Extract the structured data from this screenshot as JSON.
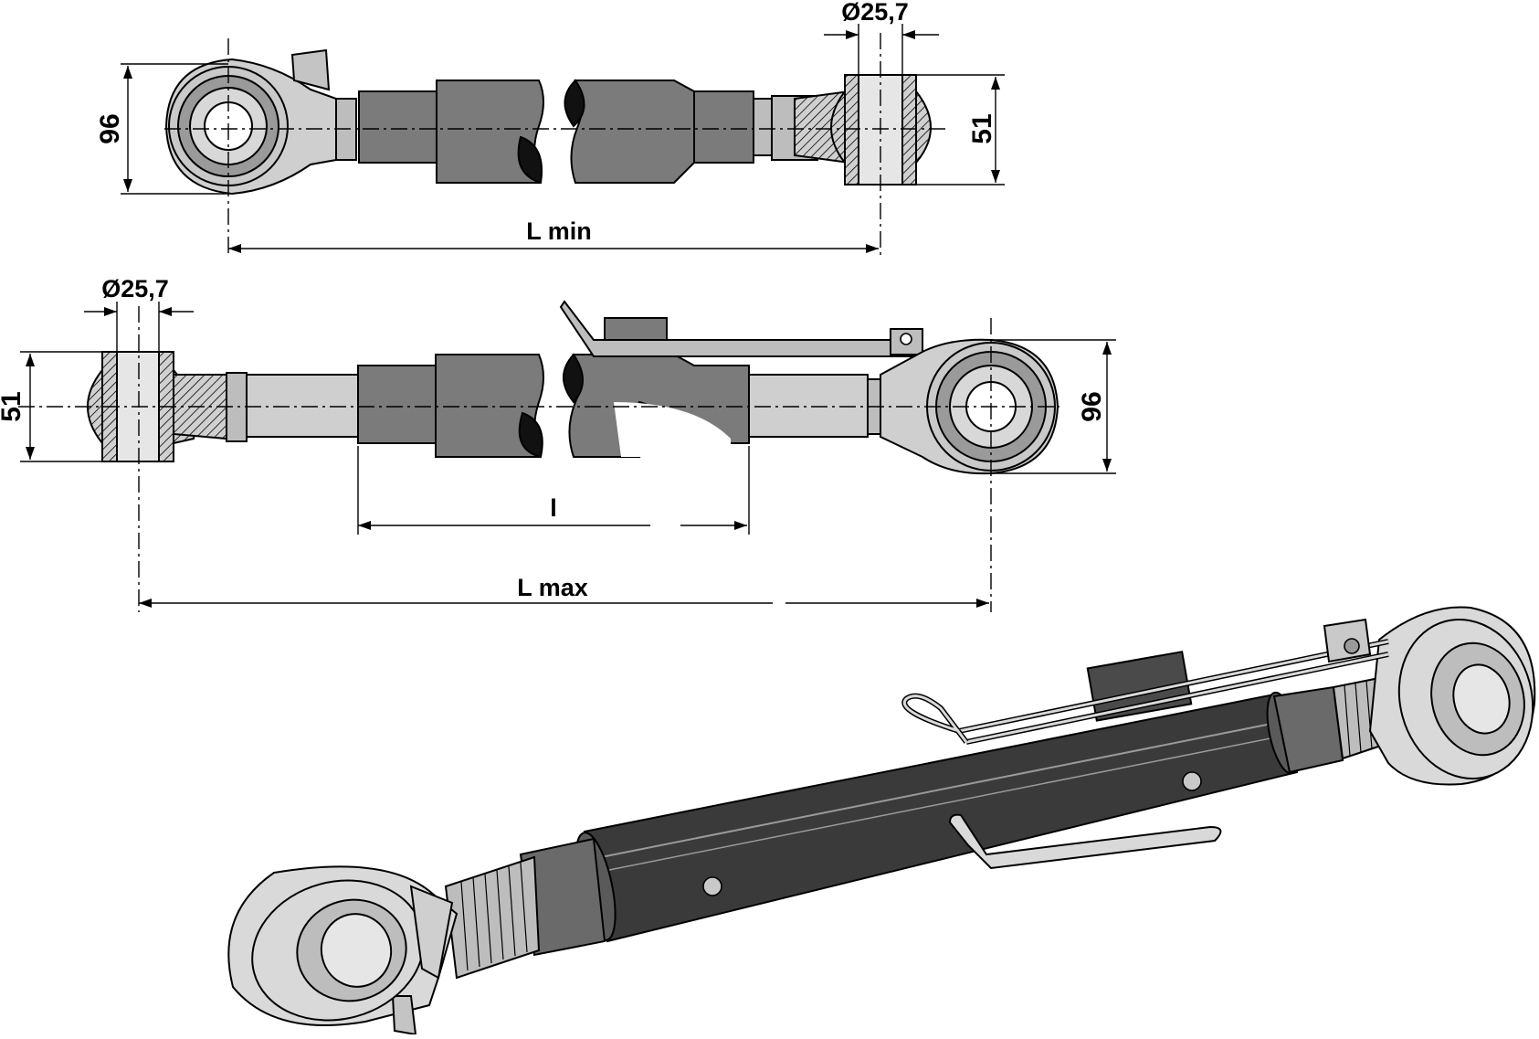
{
  "labels": {
    "top_diameter": "Ø25,7",
    "top_height_left": "96",
    "top_height_right": "51",
    "l_min": "L min",
    "bottom_diameter": "Ø25,7",
    "bottom_height_left": "51",
    "bottom_height_right": "96",
    "l_small": "l",
    "l_max": "L max"
  },
  "colors": {
    "tube": "#7b7b7b",
    "tube_dark": "#555555",
    "body_light": "#d9d9d9",
    "metal": "#bdbdbd",
    "iso_tube": "#3a3a3a",
    "line": "#000000"
  }
}
